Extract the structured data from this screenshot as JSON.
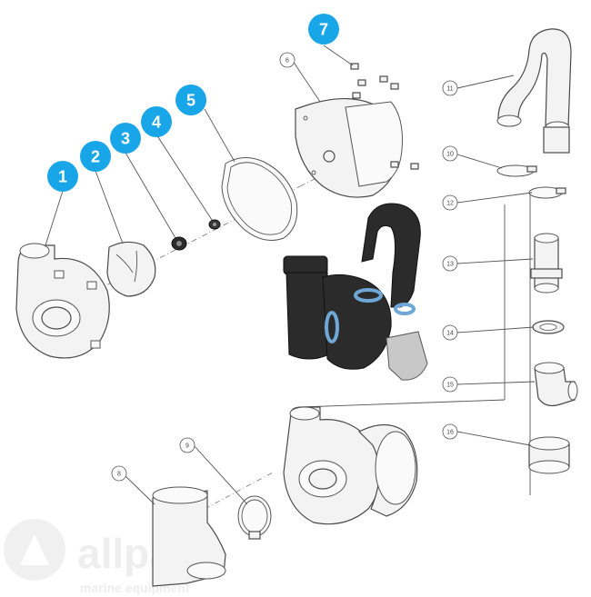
{
  "watermark": {
    "brand": "allpa",
    "tagline": "marine equipment"
  },
  "big_callouts": [
    "1",
    "2",
    "3",
    "4",
    "5",
    "7"
  ],
  "small_callouts": [
    "6",
    "8",
    "9",
    "10",
    "11",
    "12",
    "13",
    "14",
    "15",
    "16"
  ],
  "colors": {
    "callout_blue": "#19a6e8",
    "line_gray": "#555555",
    "assembly_dark": "#2b2b2b"
  }
}
